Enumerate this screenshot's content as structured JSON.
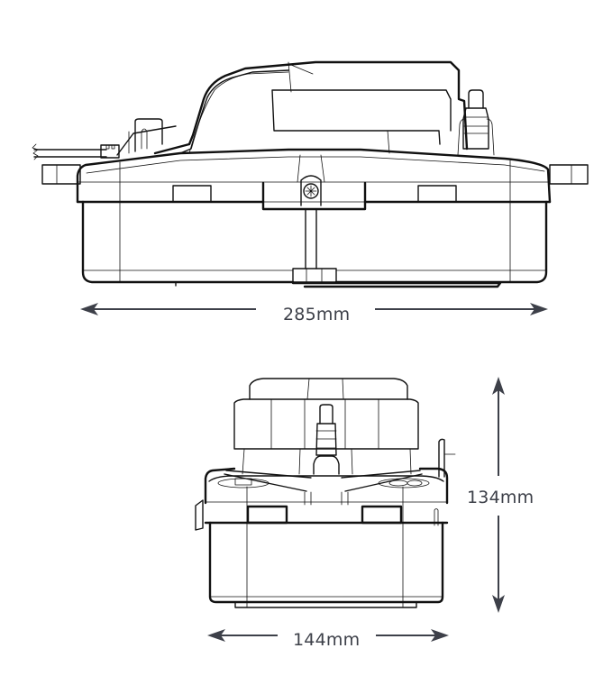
{
  "figure": {
    "description": "Technical line drawing of a condensate pump with overall dimensions",
    "line_color": "#111111",
    "dimension_color": "#3d4049"
  },
  "side_view": {
    "name": "Side elevation",
    "dimension": {
      "label": "285mm",
      "value": 285,
      "unit": "mm",
      "orientation": "horizontal"
    }
  },
  "end_view": {
    "name": "End elevation",
    "width_dimension": {
      "label": "144mm",
      "value": 144,
      "unit": "mm",
      "orientation": "horizontal"
    },
    "height_dimension": {
      "label": "134mm",
      "value": 134,
      "unit": "mm",
      "orientation": "vertical"
    }
  }
}
